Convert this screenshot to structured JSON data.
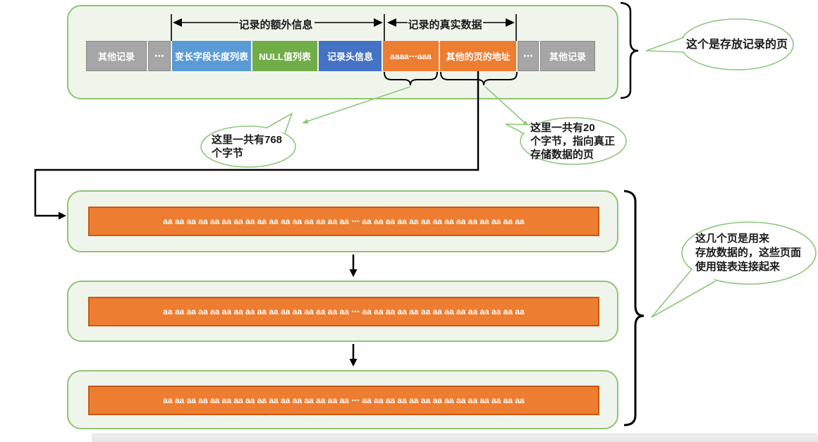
{
  "top_page": {
    "extra_info_label": "记录的额外信息",
    "real_data_label": "记录的真实数据",
    "segments": [
      {
        "label": "其他记录"
      },
      {
        "label": "⋯"
      },
      {
        "label": "变长字段长度列表"
      },
      {
        "label": "NULL值列表"
      },
      {
        "label": "记录头信息"
      },
      {
        "label": "aaaa⋯aaa"
      },
      {
        "label": "其他的页的地址"
      },
      {
        "label": "⋯"
      },
      {
        "label": "其他记录"
      }
    ]
  },
  "callouts": {
    "record_page": {
      "lines": [
        "这个是存放记录的页"
      ]
    },
    "bytes768": {
      "lines": [
        "这里一共有768",
        "个字节"
      ]
    },
    "bytes20": {
      "lines": [
        "这里一共有20",
        "个字节，指向真正",
        "存储数据的页"
      ]
    },
    "overflow_pages": {
      "lines": [
        "这几个页是用来",
        "存放数据的，这些页面",
        "使用链表连接起来"
      ]
    }
  },
  "data_pages": [
    {
      "content": "aa aa aa aa aa aa aa aa aa aa aa aa aa aa aa aa ⋯ aa aa aa aa aa aa aa aa aa aa aa aa aa aa"
    },
    {
      "content": "aa aa aa aa aa aa aa aa aa aa aa aa aa aa aa aa ⋯ aa aa aa aa aa aa aa aa aa aa aa aa aa aa"
    },
    {
      "content": "aa aa aa aa aa aa aa aa aa aa aa aa aa aa aa aa ⋯ aa aa aa aa aa aa aa aa aa aa aa aa aa aa"
    }
  ],
  "colors": {
    "segment_gray": "#A6A6A6",
    "segment_blue": "#5B9BD5",
    "segment_green": "#70AD47",
    "segment_dark_blue": "#4472C4",
    "segment_orange": "#ED7D31",
    "orange_border": "#C55A11",
    "container_fill": "#F0F5EC",
    "container_border": "#90C472",
    "callout_green": "#8CC87A",
    "line_black": "#000000"
  }
}
